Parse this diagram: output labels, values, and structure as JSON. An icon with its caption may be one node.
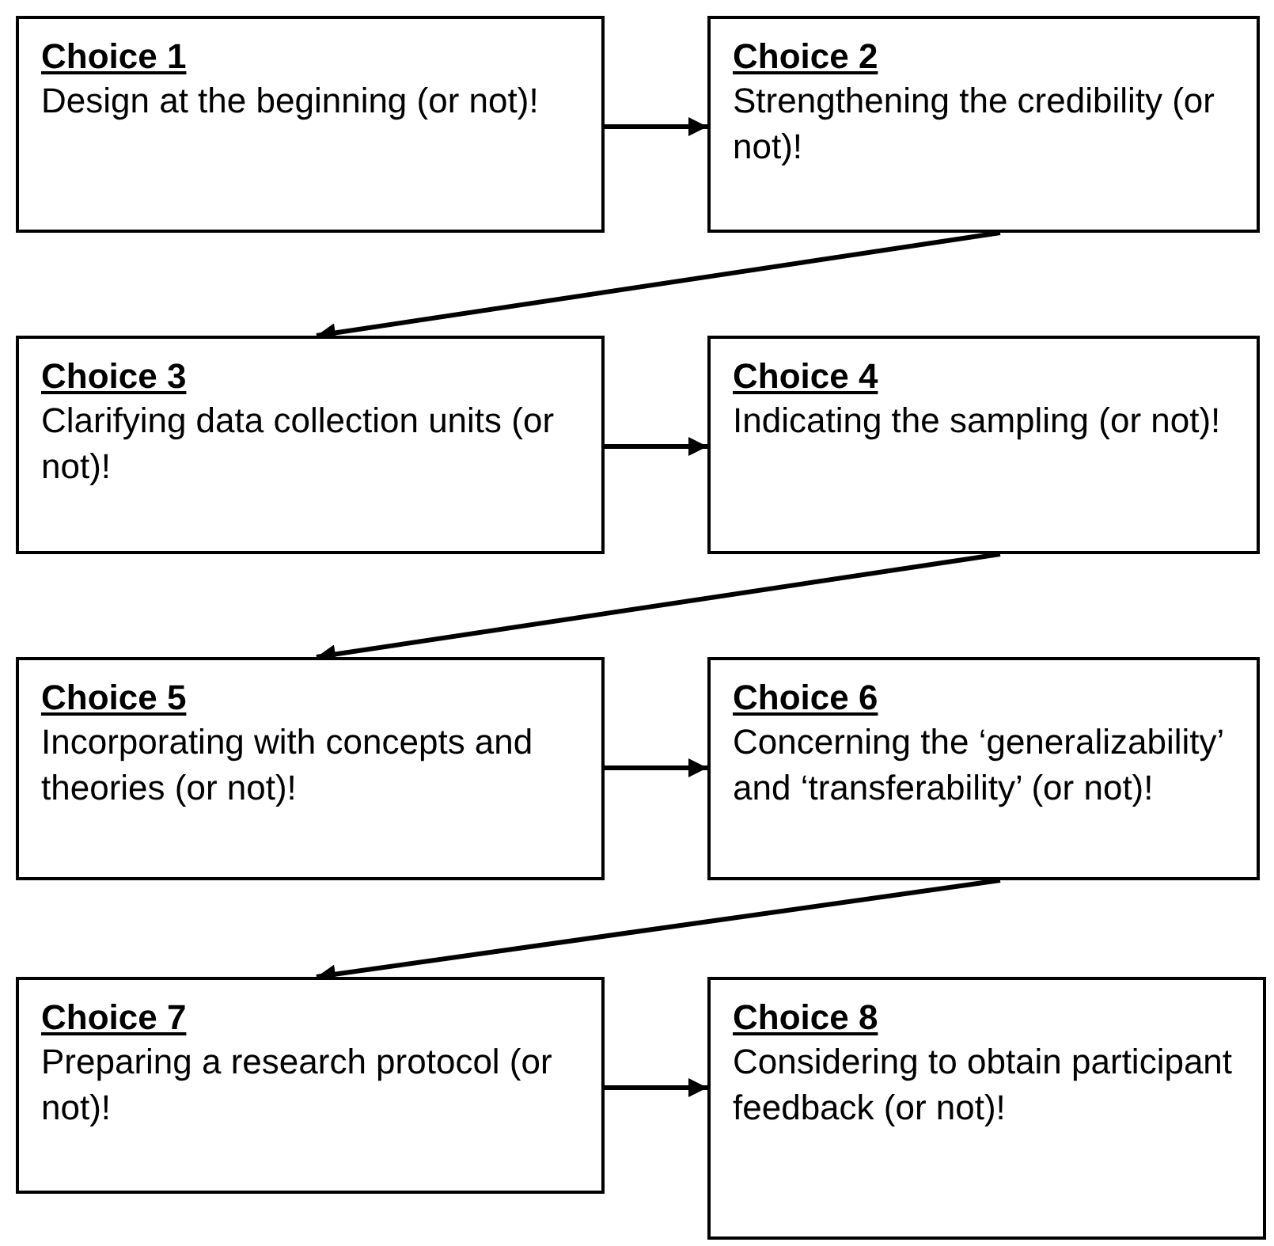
{
  "diagram": {
    "nodes": [
      {
        "text": [
          "Choice 1",
          "Design at the beginning (or not)!"
        ]
      },
      {
        "text": [
          "Choice 2",
          "Strengthening the credibility (or not)!"
        ]
      },
      {
        "text": [
          "Choice 3",
          "Clarifying data collection units (or not)!"
        ]
      },
      {
        "text": [
          "Choice 4",
          "Indicating the sampling (or not)!"
        ]
      },
      {
        "text": [
          "Choice 5",
          "Incorporating with concepts and theories (or not)!"
        ]
      },
      {
        "text": [
          "Choice 6",
          "Concerning the ‘generalizability’ and ‘transferability’ (or not)!"
        ]
      },
      {
        "text": [
          "Choice 7",
          "Preparing a research protocol (or not)!"
        ]
      },
      {
        "text": [
          "Choice 8",
          "Considering to obtain participant feedback (or not)!"
        ]
      }
    ],
    "edges": [
      {
        "from": 0,
        "to": 1,
        "arrow": "to"
      },
      {
        "from": 1,
        "to": 2,
        "arrow": "to"
      },
      {
        "from": 2,
        "to": 3,
        "arrow": "to"
      },
      {
        "from": 3,
        "to": 4,
        "arrow": "to"
      },
      {
        "from": 4,
        "to": 5,
        "arrow": "to"
      },
      {
        "from": 5,
        "to": 6,
        "arrow": "to"
      },
      {
        "from": 6,
        "to": 7,
        "arrow": "to"
      }
    ]
  }
}
